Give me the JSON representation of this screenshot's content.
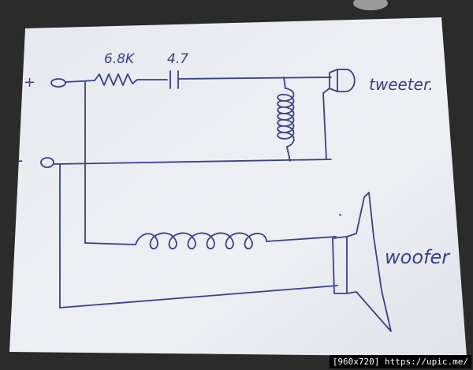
{
  "diagram": {
    "labels": {
      "resistor": "6.8K",
      "capacitor": "4.7",
      "plus": "+",
      "minus": "-",
      "tweeter": "tweeter.",
      "woofer": "woofer"
    },
    "colors": {
      "ink": "#3a3f8c",
      "paper": "#eceef3",
      "background": "#2b2b2b"
    }
  },
  "watermark": {
    "text": "[960x720] https://upic.me/"
  }
}
